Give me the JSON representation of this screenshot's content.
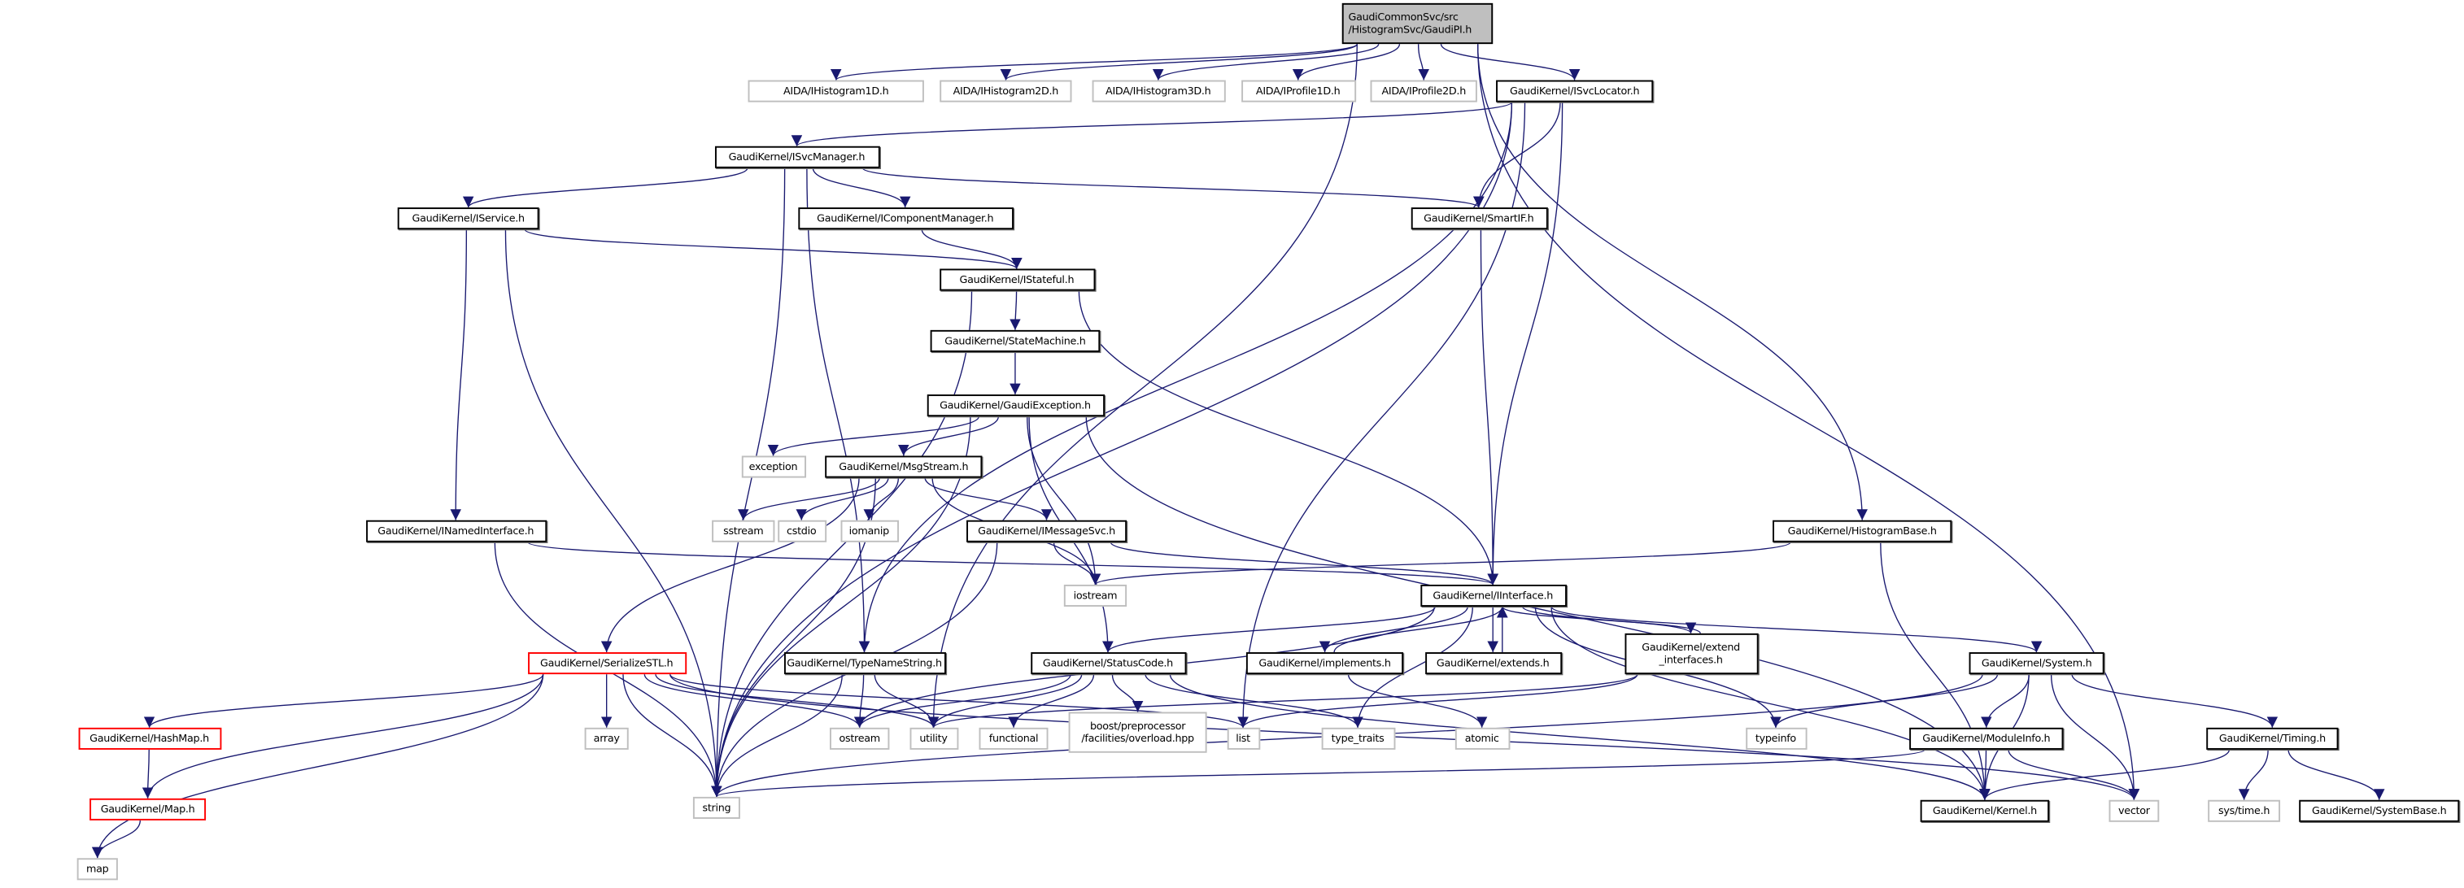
{
  "colors": {
    "edge": "#191970",
    "root_fill": "#bfbfbf",
    "documented_border": "#000000",
    "external_border": "#bfbfbf",
    "truncated_border": "#ff0000"
  },
  "nodes": [
    {
      "id": "root",
      "lines": [
        "GaudiCommonSvc/src",
        "/HistogramSvc/GaudiPI.h"
      ],
      "style": "root"
    },
    {
      "id": "aida1",
      "lines": [
        "AIDA/IHistogram1D.h"
      ],
      "style": "gray"
    },
    {
      "id": "aida2",
      "lines": [
        "AIDA/IHistogram2D.h"
      ],
      "style": "gray"
    },
    {
      "id": "aida3",
      "lines": [
        "AIDA/IHistogram3D.h"
      ],
      "style": "gray"
    },
    {
      "id": "prof1",
      "lines": [
        "AIDA/IProfile1D.h"
      ],
      "style": "gray"
    },
    {
      "id": "prof2",
      "lines": [
        "AIDA/IProfile2D.h"
      ],
      "style": "gray"
    },
    {
      "id": "svcloc",
      "lines": [
        "GaudiKernel/ISvcLocator.h"
      ],
      "style": "black"
    },
    {
      "id": "svcmgr",
      "lines": [
        "GaudiKernel/ISvcManager.h"
      ],
      "style": "black"
    },
    {
      "id": "hbase",
      "lines": [
        "GaudiKernel/HistogramBase.h"
      ],
      "style": "black"
    },
    {
      "id": "iservice",
      "lines": [
        "GaudiKernel/IService.h"
      ],
      "style": "black"
    },
    {
      "id": "icompmgr",
      "lines": [
        "GaudiKernel/IComponentManager.h"
      ],
      "style": "black"
    },
    {
      "id": "smartif",
      "lines": [
        "GaudiKernel/SmartIF.h"
      ],
      "style": "black"
    },
    {
      "id": "istateful",
      "lines": [
        "GaudiKernel/IStateful.h"
      ],
      "style": "black"
    },
    {
      "id": "statemachine",
      "lines": [
        "GaudiKernel/StateMachine.h"
      ],
      "style": "black"
    },
    {
      "id": "gexc",
      "lines": [
        "GaudiKernel/GaudiException.h"
      ],
      "style": "black"
    },
    {
      "id": "exception",
      "lines": [
        "exception"
      ],
      "style": "gray"
    },
    {
      "id": "msgstream",
      "lines": [
        "GaudiKernel/MsgStream.h"
      ],
      "style": "black"
    },
    {
      "id": "sstream",
      "lines": [
        "sstream"
      ],
      "style": "gray"
    },
    {
      "id": "cstdio",
      "lines": [
        "cstdio"
      ],
      "style": "gray"
    },
    {
      "id": "iomanip",
      "lines": [
        "iomanip"
      ],
      "style": "gray"
    },
    {
      "id": "imsgsvc",
      "lines": [
        "GaudiKernel/IMessageSvc.h"
      ],
      "style": "black"
    },
    {
      "id": "inamed",
      "lines": [
        "GaudiKernel/INamedInterface.h"
      ],
      "style": "black"
    },
    {
      "id": "iostream",
      "lines": [
        "iostream"
      ],
      "style": "gray"
    },
    {
      "id": "iinterface",
      "lines": [
        "GaudiKernel/IInterface.h"
      ],
      "style": "black"
    },
    {
      "id": "serial",
      "lines": [
        "GaudiKernel/SerializeSTL.h"
      ],
      "style": "red"
    },
    {
      "id": "typename",
      "lines": [
        "GaudiKernel/TypeNameString.h"
      ],
      "style": "black"
    },
    {
      "id": "statuscode",
      "lines": [
        "GaudiKernel/StatusCode.h"
      ],
      "style": "black"
    },
    {
      "id": "implements",
      "lines": [
        "GaudiKernel/implements.h"
      ],
      "style": "black"
    },
    {
      "id": "extends",
      "lines": [
        "GaudiKernel/extends.h"
      ],
      "style": "black"
    },
    {
      "id": "extendif",
      "lines": [
        "GaudiKernel/extend",
        "_interfaces.h"
      ],
      "style": "black"
    },
    {
      "id": "system",
      "lines": [
        "GaudiKernel/System.h"
      ],
      "style": "black"
    },
    {
      "id": "array",
      "lines": [
        "array"
      ],
      "style": "gray"
    },
    {
      "id": "ostream",
      "lines": [
        "ostream"
      ],
      "style": "gray"
    },
    {
      "id": "utility",
      "lines": [
        "utility"
      ],
      "style": "gray"
    },
    {
      "id": "functional",
      "lines": [
        "functional"
      ],
      "style": "gray"
    },
    {
      "id": "boost",
      "lines": [
        "boost/preprocessor",
        "/facilities/overload.hpp"
      ],
      "style": "gray"
    },
    {
      "id": "list",
      "lines": [
        "list"
      ],
      "style": "gray"
    },
    {
      "id": "typetraits",
      "lines": [
        "type_traits"
      ],
      "style": "gray"
    },
    {
      "id": "atomic",
      "lines": [
        "atomic"
      ],
      "style": "gray"
    },
    {
      "id": "typeinfo",
      "lines": [
        "typeinfo"
      ],
      "style": "gray"
    },
    {
      "id": "moduleinfo",
      "lines": [
        "GaudiKernel/ModuleInfo.h"
      ],
      "style": "black"
    },
    {
      "id": "timing",
      "lines": [
        "GaudiKernel/Timing.h"
      ],
      "style": "black"
    },
    {
      "id": "hashmap",
      "lines": [
        "GaudiKernel/HashMap.h"
      ],
      "style": "red"
    },
    {
      "id": "map_h",
      "lines": [
        "GaudiKernel/Map.h"
      ],
      "style": "red"
    },
    {
      "id": "map",
      "lines": [
        "map"
      ],
      "style": "gray"
    },
    {
      "id": "string",
      "lines": [
        "string"
      ],
      "style": "gray"
    },
    {
      "id": "kernel",
      "lines": [
        "GaudiKernel/Kernel.h"
      ],
      "style": "black"
    },
    {
      "id": "vector",
      "lines": [
        "vector"
      ],
      "style": "gray"
    },
    {
      "id": "systime",
      "lines": [
        "sys/time.h"
      ],
      "style": "gray"
    },
    {
      "id": "systembase",
      "lines": [
        "GaudiKernel/SystemBase.h"
      ],
      "style": "black"
    }
  ],
  "edges": [
    [
      "root",
      "aida1"
    ],
    [
      "root",
      "aida2"
    ],
    [
      "root",
      "aida3"
    ],
    [
      "root",
      "prof1"
    ],
    [
      "root",
      "prof2"
    ],
    [
      "root",
      "svcloc"
    ],
    [
      "root",
      "hbase"
    ],
    [
      "root",
      "utility"
    ],
    [
      "root",
      "vector"
    ],
    [
      "svcloc",
      "svcmgr"
    ],
    [
      "svcloc",
      "string"
    ],
    [
      "svcloc",
      "smartif"
    ],
    [
      "svcloc",
      "iinterface"
    ],
    [
      "svcloc",
      "typename"
    ],
    [
      "svcloc",
      "list"
    ],
    [
      "svcmgr",
      "iservice"
    ],
    [
      "svcmgr",
      "icompmgr"
    ],
    [
      "svcmgr",
      "smartif"
    ],
    [
      "svcmgr",
      "string"
    ],
    [
      "svcmgr",
      "typename"
    ],
    [
      "iservice",
      "istateful"
    ],
    [
      "iservice",
      "inamed"
    ],
    [
      "iservice",
      "string"
    ],
    [
      "icompmgr",
      "istateful"
    ],
    [
      "smartif",
      "iinterface"
    ],
    [
      "istateful",
      "statemachine"
    ],
    [
      "istateful",
      "iinterface"
    ],
    [
      "istateful",
      "string"
    ],
    [
      "statemachine",
      "gexc"
    ],
    [
      "gexc",
      "exception"
    ],
    [
      "gexc",
      "msgstream"
    ],
    [
      "gexc",
      "string"
    ],
    [
      "gexc",
      "iostream"
    ],
    [
      "gexc",
      "statuscode"
    ],
    [
      "gexc",
      "kernel"
    ],
    [
      "msgstream",
      "sstream"
    ],
    [
      "msgstream",
      "cstdio"
    ],
    [
      "msgstream",
      "iomanip"
    ],
    [
      "msgstream",
      "imsgsvc"
    ],
    [
      "msgstream",
      "string"
    ],
    [
      "msgstream",
      "serial"
    ],
    [
      "msgstream",
      "iostream"
    ],
    [
      "imsgsvc",
      "iostream"
    ],
    [
      "imsgsvc",
      "iinterface"
    ],
    [
      "imsgsvc",
      "string"
    ],
    [
      "inamed",
      "iinterface"
    ],
    [
      "inamed",
      "string"
    ],
    [
      "hbase",
      "iostream"
    ],
    [
      "hbase",
      "kernel"
    ],
    [
      "iinterface",
      "statuscode"
    ],
    [
      "iinterface",
      "implements"
    ],
    [
      "iinterface",
      "extends"
    ],
    [
      "iinterface",
      "extendif"
    ],
    [
      "iinterface",
      "system"
    ],
    [
      "iinterface",
      "typeinfo"
    ],
    [
      "iinterface",
      "typetraits"
    ],
    [
      "iinterface",
      "ostream"
    ],
    [
      "iinterface",
      "kernel"
    ],
    [
      "implements",
      "iinterface"
    ],
    [
      "implements",
      "atomic"
    ],
    [
      "extends",
      "iinterface"
    ],
    [
      "extendif",
      "iinterface"
    ],
    [
      "extendif",
      "utility"
    ],
    [
      "extendif",
      "list"
    ],
    [
      "typename",
      "string"
    ],
    [
      "typename",
      "ostream"
    ],
    [
      "typename",
      "utility"
    ],
    [
      "statuscode",
      "ostream"
    ],
    [
      "statuscode",
      "utility"
    ],
    [
      "statuscode",
      "functional"
    ],
    [
      "statuscode",
      "boost"
    ],
    [
      "statuscode",
      "typetraits"
    ],
    [
      "statuscode",
      "kernel"
    ],
    [
      "serial",
      "map"
    ],
    [
      "serial",
      "hashmap"
    ],
    [
      "serial",
      "map_h"
    ],
    [
      "serial",
      "array"
    ],
    [
      "serial",
      "ostream"
    ],
    [
      "serial",
      "utility"
    ],
    [
      "serial",
      "list"
    ],
    [
      "serial",
      "vector"
    ],
    [
      "serial",
      "string"
    ],
    [
      "hashmap",
      "map_h"
    ],
    [
      "map_h",
      "map"
    ],
    [
      "system",
      "typeinfo"
    ],
    [
      "system",
      "moduleinfo"
    ],
    [
      "system",
      "kernel"
    ],
    [
      "system",
      "vector"
    ],
    [
      "system",
      "timing"
    ],
    [
      "system",
      "string"
    ],
    [
      "moduleinfo",
      "string"
    ],
    [
      "moduleinfo",
      "kernel"
    ],
    [
      "moduleinfo",
      "vector"
    ],
    [
      "timing",
      "kernel"
    ],
    [
      "timing",
      "systime"
    ],
    [
      "timing",
      "systembase"
    ]
  ]
}
